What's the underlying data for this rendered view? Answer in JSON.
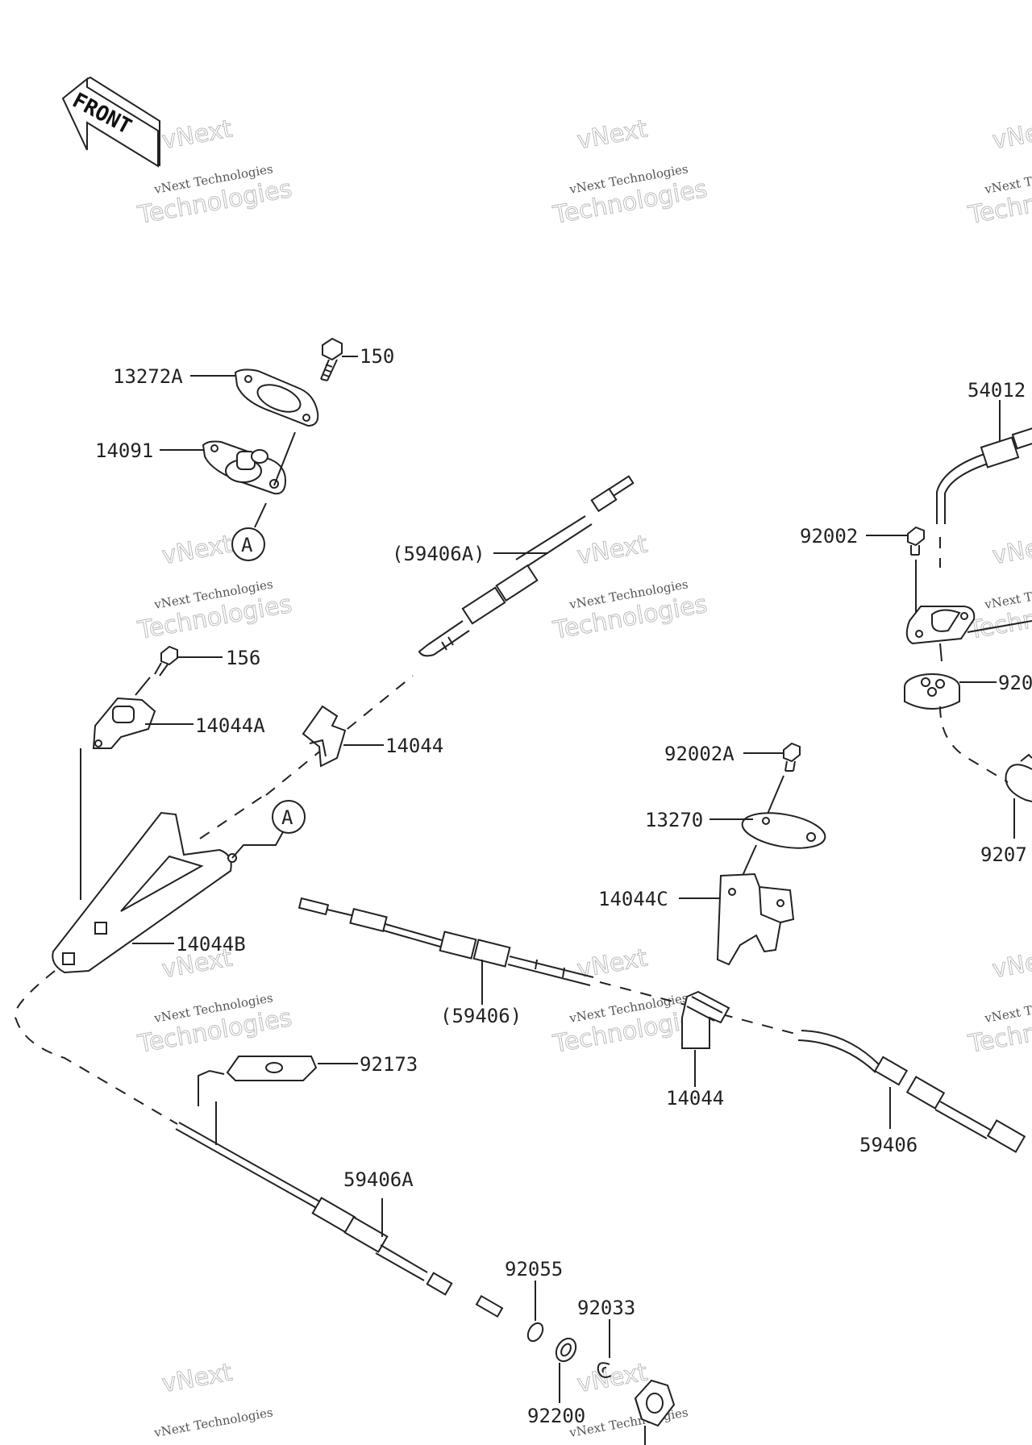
{
  "front_arrow": {
    "text": "FRONT"
  },
  "watermark": {
    "line1": "vNext Technologies",
    "line2": "Technologies",
    "line3": "vNext"
  },
  "callouts": {
    "reference_a": "A"
  },
  "parts": {
    "p150": "150",
    "p13272A": "13272A",
    "p14091": "14091",
    "p59406A_paren": "(59406A)",
    "p54012": "54012",
    "p92002": "92002",
    "p92xx_right": "920",
    "p156": "156",
    "p14044A": "14044A",
    "p14044_top": "14044",
    "p92002A": "92002A",
    "p13270": "13270",
    "p14044C": "14044C",
    "p9207x": "9207",
    "p14044B": "14044B",
    "p59406_paren": "(59406)",
    "p14044_mid": "14044",
    "p59406": "59406",
    "p92173": "92173",
    "p59406A": "59406A",
    "p92055": "92055",
    "p92033": "92033",
    "p92200": "92200"
  }
}
